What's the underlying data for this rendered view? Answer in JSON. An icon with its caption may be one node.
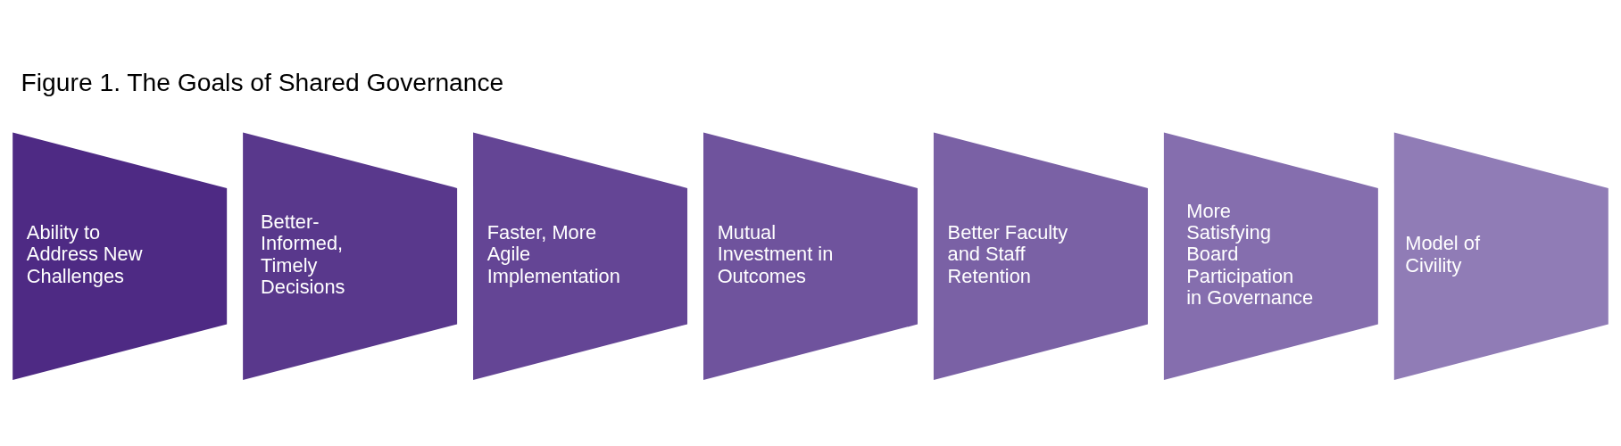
{
  "diagram": {
    "title": "Figure 1. The Goals of Shared Governance",
    "nodes": [
      {
        "text": [
          "Ability to Address New Challenges"
        ]
      },
      {
        "text": [
          "Better-Informed, Timely Decisions"
        ]
      },
      {
        "text": [
          "Faster, More Agile Implementation"
        ]
      },
      {
        "text": [
          "Mutual Investment in Outcomes"
        ]
      },
      {
        "text": [
          "Better Faculty and Staff Retention"
        ]
      },
      {
        "text": [
          "More Satisfying Board Participation in Governance"
        ]
      },
      {
        "text": [
          "Model of Civility"
        ]
      }
    ]
  }
}
